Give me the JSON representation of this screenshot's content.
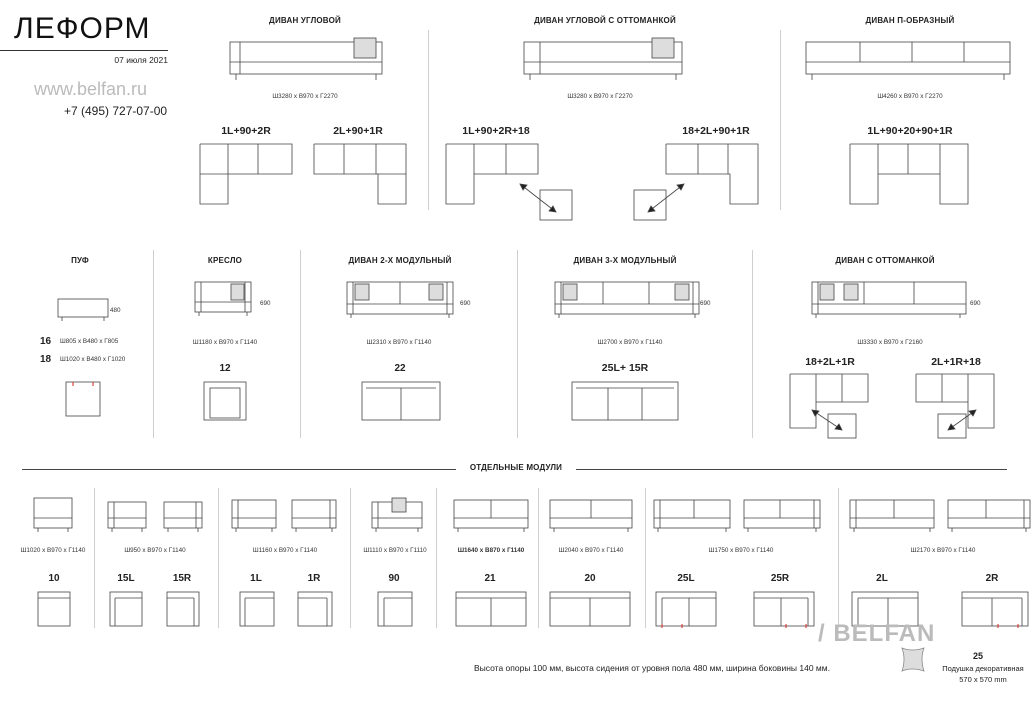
{
  "brand": {
    "name": "ЛЕФОРМ",
    "date": "07 июля 2021",
    "site": "www.belfan.ru",
    "phone": "+7 (495) 727-07-00",
    "footer_logo": "BELFAN"
  },
  "top": [
    {
      "title": "ДИВАН УГЛОВОЙ",
      "dims": "Ш3280 х В970 х Г2270",
      "configs": [
        "1L+90+2R",
        "2L+90+1R"
      ]
    },
    {
      "title": "ДИВАН УГЛОВОЙ С ОТТОМАНКОЙ",
      "dims": "Ш3280 х В970 х Г2270",
      "configs": [
        "1L+90+2R+18",
        "18+2L+90+1R"
      ]
    },
    {
      "title": "ДИВАН П-ОБРАЗНЫЙ",
      "dims": "Ш4260 х В970 х Г2270",
      "configs": [
        "1L+90+20+90+1R"
      ]
    }
  ],
  "middle": {
    "puf": {
      "title": "ПУФ",
      "height": "480",
      "rows": [
        {
          "num": "16",
          "dims": "Ш805 х В480 х Г805"
        },
        {
          "num": "18",
          "dims": "Ш1020 х В480 х Г1020"
        }
      ]
    },
    "armchair": {
      "title": "КРЕСЛО",
      "height": "690",
      "dims": "Ш1180 х В970 х Г1140",
      "num": "12"
    },
    "sofa2": {
      "title": "ДИВАН 2-х МОДУЛЬНЫЙ",
      "height": "690",
      "dims": "Ш2310 х В970 х Г1140",
      "num": "22"
    },
    "sofa3": {
      "title": "ДИВАН 3-х МОДУЛЬНЫЙ",
      "height": "690",
      "dims": "Ш2700 х В970 х Г1140",
      "num": "25L+ 15R"
    },
    "ottoman": {
      "title": "ДИВАН С ОТТОМАНКОЙ",
      "height": "690",
      "dims": "Ш3330 х В970 х Г2160",
      "configs": [
        "18+2L+1R",
        "2L+1R+18"
      ]
    }
  },
  "modules": {
    "title": "ОТДЕЛЬНЫЕ МОДУЛИ",
    "groups": [
      {
        "dims": "Ш1020 х В970 х Г1140",
        "nums": [
          "10"
        ]
      },
      {
        "dims": "Ш950 х В970 х Г1140",
        "nums": [
          "15L",
          "15R"
        ]
      },
      {
        "dims": "Ш1160 х В970 х Г1140",
        "nums": [
          "1L",
          "1R"
        ]
      },
      {
        "dims": "Ш1110 х В970 х Г1110",
        "nums": [
          "90"
        ]
      },
      {
        "dims": "Ш1640 х В870 х Г1140",
        "nums": [
          "21"
        ]
      },
      {
        "dims": "Ш2040 х В970 х Г1140",
        "nums": [
          "20"
        ]
      },
      {
        "dims": "Ш1750 х В970 х Г1140",
        "nums": [
          "25L",
          "25R"
        ]
      },
      {
        "dims": "Ш2170 х В970 х Г1140",
        "nums": [
          "2L",
          "2R"
        ]
      }
    ]
  },
  "footnote": "Высота опоры 100 мм, высота сидения от уровня пола 480 мм, ширина боковины 140 мм.",
  "cushion": {
    "num": "25",
    "label": "Подушка декоративная",
    "size": "570 х 570 mm"
  }
}
